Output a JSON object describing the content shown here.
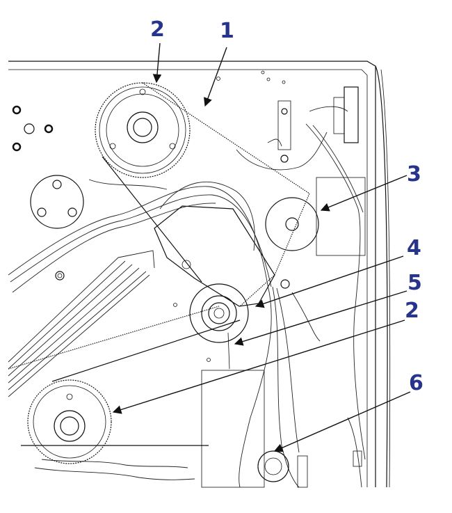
{
  "figure": {
    "callouts": [
      {
        "id": "c1",
        "label": "1"
      },
      {
        "id": "c2a",
        "label": "2"
      },
      {
        "id": "c3",
        "label": "3"
      },
      {
        "id": "c4",
        "label": "4"
      },
      {
        "id": "c5",
        "label": "5"
      },
      {
        "id": "c2b",
        "label": "2"
      },
      {
        "id": "c6",
        "label": "6"
      }
    ],
    "callout_color": "#27348b",
    "line_color": "#111111"
  }
}
